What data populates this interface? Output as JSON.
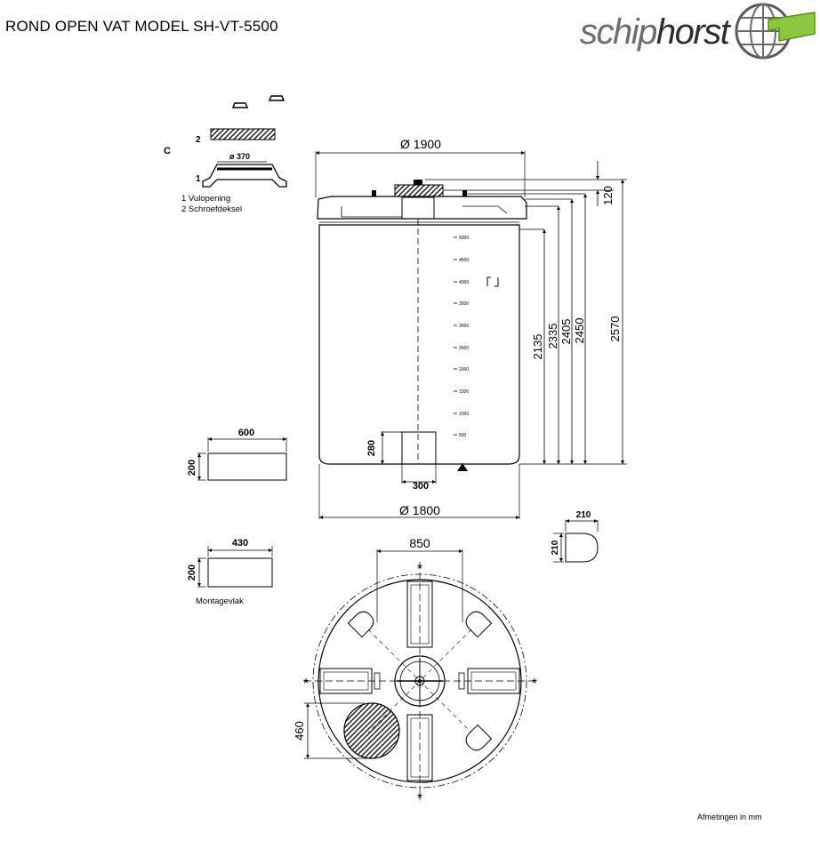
{
  "title": "ROND OPEN VAT MODEL SH-VT-5500",
  "logo": {
    "part1": "schip",
    "part2": "horst"
  },
  "detail": {
    "letter_c": "C",
    "label_1": "1",
    "label_2": "2",
    "diameter": "ø 370",
    "legend_1": "1 Vulopening",
    "legend_2": "2 Schroefdeksel"
  },
  "dims": {
    "top_diameter": "Ø 1900",
    "bottom_diameter": "Ø 1800",
    "h120": "120",
    "h2135": "2135",
    "h2335": "2335",
    "h2405": "2405",
    "h2450": "2450",
    "h2570": "2570",
    "outlet_h": "280",
    "outlet_w": "300",
    "plate1_w": "600",
    "plate1_h": "200",
    "plate2_w": "430",
    "plate2_h": "200",
    "foot_w": "210",
    "foot_h": "210",
    "top_span": "850",
    "manhole": "460",
    "montagevlak": "Montagevlak",
    "units": "Afmetingen in mm"
  },
  "scale": [
    "5000",
    "4500",
    "4000",
    "3500",
    "3000",
    "2500",
    "2000",
    "1500",
    "1000",
    "500"
  ]
}
